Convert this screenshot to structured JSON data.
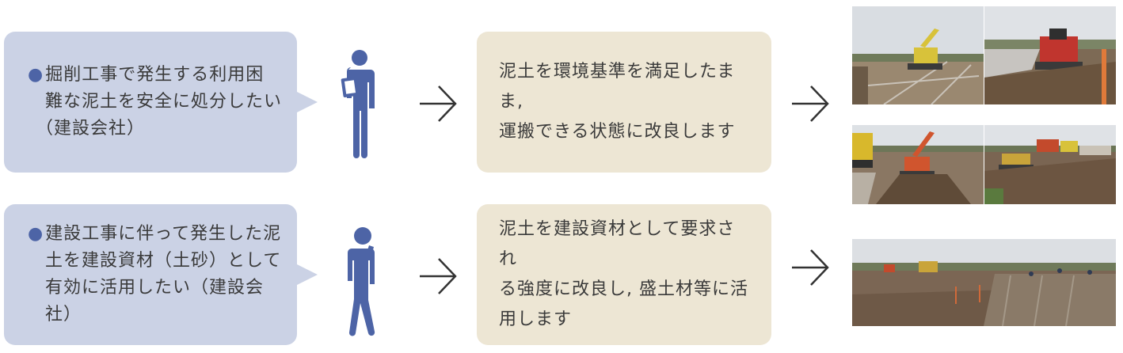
{
  "rows": [
    {
      "need": {
        "bullet": "●",
        "lines": [
          "掘削工事で発生する利用困",
          "難な泥土を安全に処分したい",
          "（建設会社）"
        ]
      },
      "solution": {
        "lines": [
          "泥土を環境基準を満足したまま,",
          "運搬できる状態に改良します"
        ]
      }
    },
    {
      "need": {
        "bullet": "●",
        "lines": [
          "建設工事に伴って発生した泥",
          "土を建設資材（土砂）として",
          "有効に活用したい（建設会",
          "社）"
        ]
      },
      "solution": {
        "lines": [
          "泥土を建設資材として要求され",
          "る強度に改良し, 盛土材等に活",
          "用します"
        ]
      }
    }
  ],
  "colors": {
    "need_bg": "#cbd2e5",
    "solution_bg": "#ede6d4",
    "person": "#4d64a6",
    "arrow": "#333333"
  },
  "icons": [
    "person-holding-document-icon",
    "person-thinking-icon",
    "arrow-right-icon"
  ]
}
